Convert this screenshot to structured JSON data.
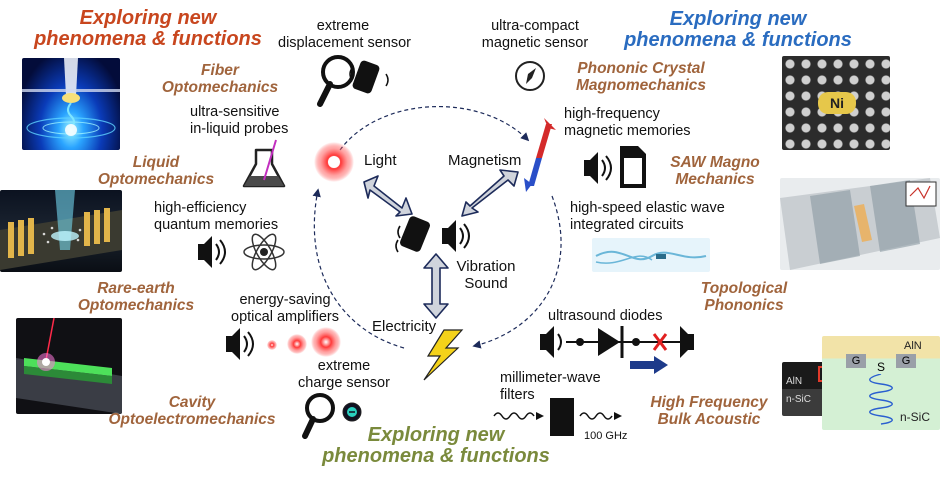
{
  "headings": {
    "top_left": [
      "Exploring new",
      "phenomena & functions"
    ],
    "top_right": [
      "Exploring new",
      "phenomena & functions"
    ],
    "bottom": [
      "Exploring new",
      "phenomena & functions"
    ]
  },
  "topics": {
    "fiber": [
      "Fiber",
      "Optomechanics"
    ],
    "liquid": [
      "Liquid",
      "Optomechanics"
    ],
    "rare_earth": [
      "Rare-earth",
      "Optomechanics"
    ],
    "cavity": [
      "Cavity",
      "Optoelectromechanics"
    ],
    "phononic": [
      "Phononic Crystal",
      "Magnomechanics"
    ],
    "saw": [
      "SAW Magno",
      "Mechanics"
    ],
    "topological": [
      "Topological",
      "Phononics"
    ],
    "hf_bulk": [
      "High Frequency",
      "Bulk Acoustic"
    ]
  },
  "applications": {
    "displacement_sensor": [
      "extreme",
      "displacement sensor"
    ],
    "magnetic_sensor": [
      "ultra-compact",
      "magnetic sensor"
    ],
    "liquid_probes": [
      "ultra-sensitive",
      "in-liquid probes"
    ],
    "magnetic_memories": [
      "high-frequency",
      "magnetic memories"
    ],
    "quantum_memories": [
      "high-efficiency",
      "quantum memories"
    ],
    "elastic_wave": [
      "high-speed elastic wave",
      "integrated circuits"
    ],
    "optical_amplifiers": [
      "energy-saving",
      "optical amplifiers"
    ],
    "ultrasound_diodes": [
      "ultrasound diodes"
    ],
    "charge_sensor": [
      "extreme",
      "charge sensor"
    ],
    "mmwave_filters": [
      "millimeter-wave",
      "filters"
    ],
    "freq_label": "100 GHz"
  },
  "center": {
    "light": "Light",
    "magnetism": "Magnetism",
    "vibration": "Vibration",
    "sound": "Sound",
    "electricity": "Electricity"
  },
  "photo_labels": {
    "ni": "Ni",
    "aln_small": "AlN",
    "nsic_small": "n-SiC",
    "aln": "AlN",
    "nsic": "n-SiC",
    "g1": "G",
    "s": "S",
    "g2": "G"
  },
  "colors": {
    "heading_red": "#c8461e",
    "heading_blue": "#2a6cc0",
    "heading_green": "#7a8a3c",
    "topic": "#a0643c",
    "arrow_fill": "#d0d4dc",
    "arrow_stroke": "#1d2b5a"
  }
}
